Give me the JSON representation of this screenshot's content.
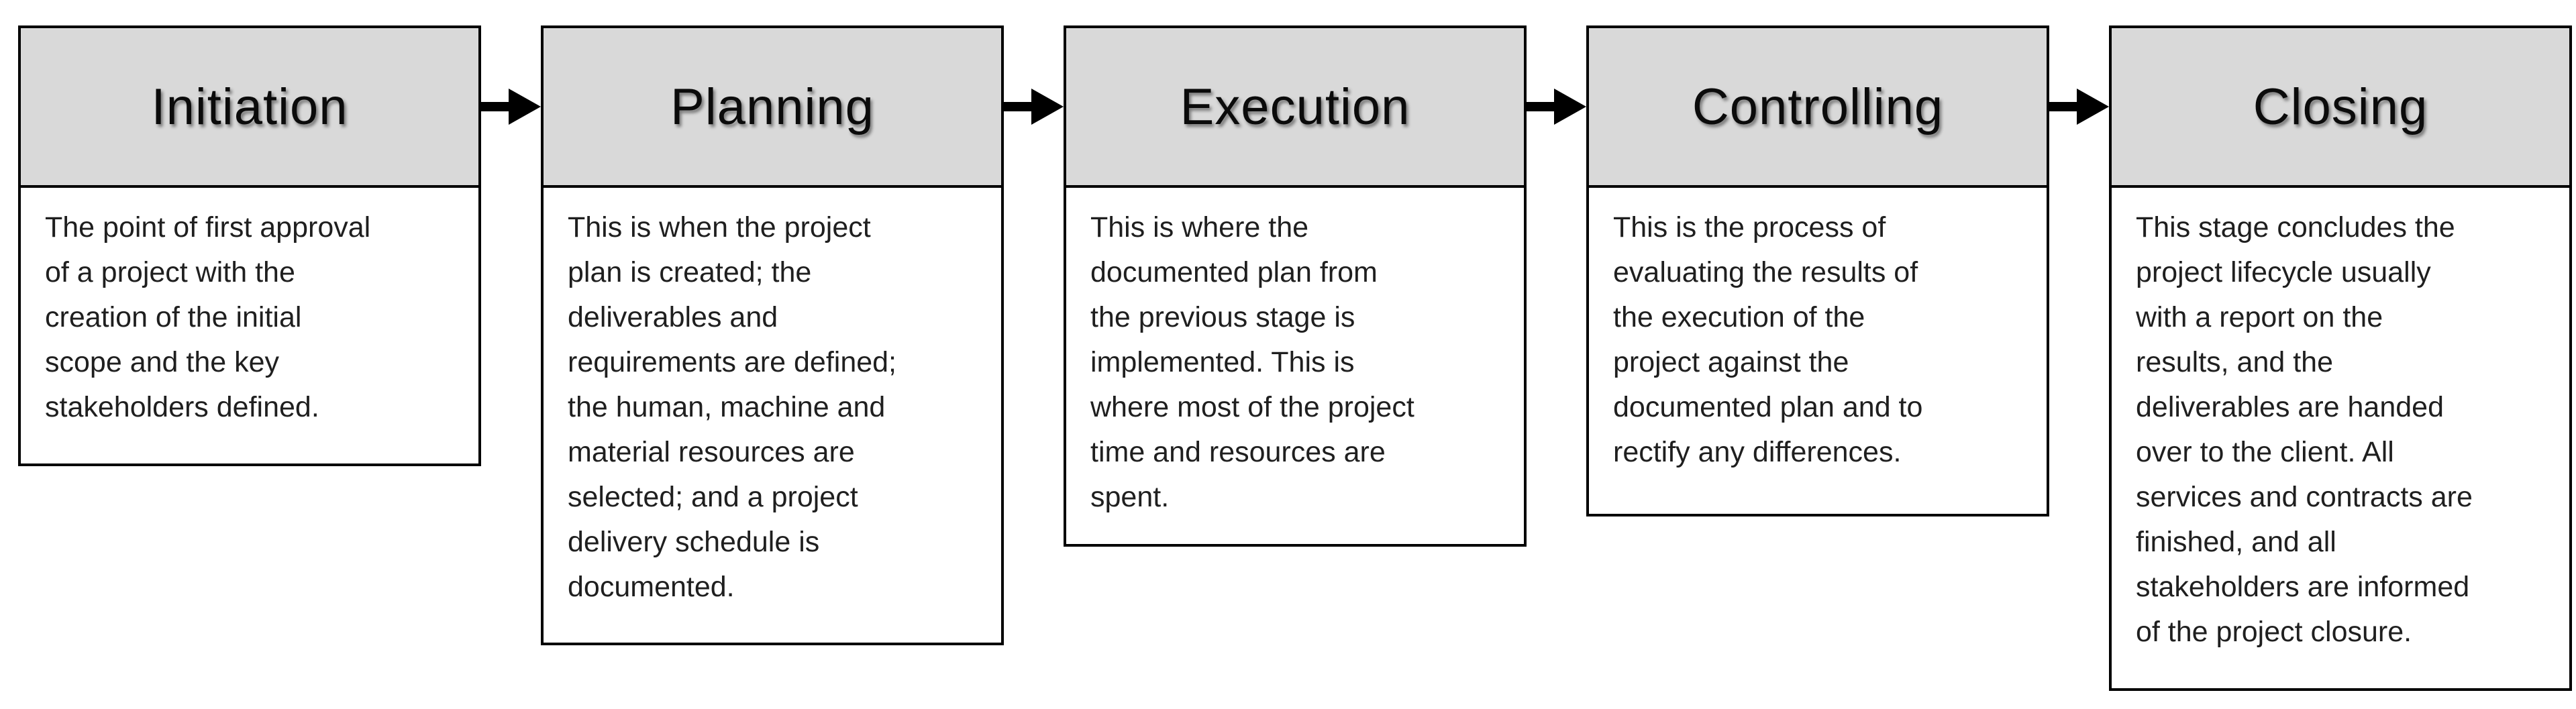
{
  "diagram": {
    "name": "project-lifecycle-flowchart",
    "colors": {
      "header_bg": "#d9d9d9",
      "border": "#000000",
      "title_text": "#0b0b0b",
      "body_text": "#1f1f1f",
      "arrow": "#000000"
    },
    "arrow_icon": "arrow-right-icon"
  },
  "stages": [
    {
      "title": "Initiation",
      "description": "The point of first approval\nof a project with the\ncreation of the initial\nscope and the key\nstakeholders defined."
    },
    {
      "title": "Planning",
      "description": "This is when the project\nplan is created; the\ndeliverables and\nrequirements are defined;\nthe human, machine and\nmaterial resources are\nselected; and a project\ndelivery schedule is\ndocumented."
    },
    {
      "title": "Execution",
      "description": "This is where the\ndocumented plan from\nthe previous stage is\nimplemented. This is\nwhere most of the project\ntime and resources are\nspent."
    },
    {
      "title": "Controlling",
      "description": "This is the process of\nevaluating the results of\nthe execution of the\nproject against the\ndocumented plan and to\nrectify any differences."
    },
    {
      "title": "Closing",
      "description": "This stage concludes the\nproject lifecycle usually\nwith a report on the\nresults, and the\ndeliverables are handed\nover to the client. All\nservices and contracts are\nfinished, and all\nstakeholders are informed\nof the project closure."
    }
  ]
}
